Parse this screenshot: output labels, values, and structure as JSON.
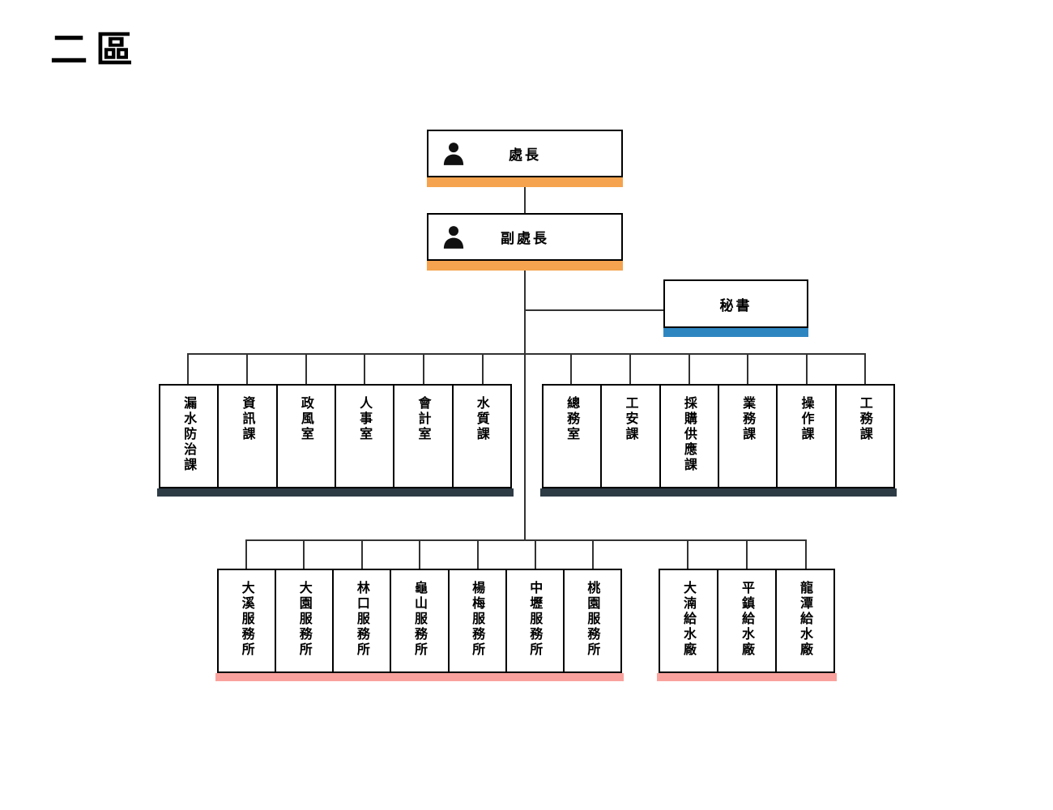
{
  "title": "二區",
  "colors": {
    "orange": "#F5A34E",
    "blue": "#2E86C1",
    "dark": "#2D3B45",
    "pink": "#F9A29D",
    "line": "#333333",
    "border": "#000000"
  },
  "nodes": {
    "director": {
      "label": "處長",
      "icon": "person-icon",
      "accent": "orange"
    },
    "deputy": {
      "label": "副處長",
      "icon": "person-icon",
      "accent": "orange"
    },
    "secretary": {
      "label": "秘書",
      "accent": "blue"
    }
  },
  "groups": {
    "staff": {
      "accent": "dark",
      "items": [
        "漏水防治課",
        "資訊課",
        "政風室",
        "人事室",
        "會計室",
        "水質課"
      ]
    },
    "business": {
      "accent": "dark",
      "items": [
        "總務室",
        "工安課",
        "採購供應課",
        "業務課",
        "操作課",
        "工務課"
      ]
    },
    "service_offices": {
      "accent": "pink",
      "items": [
        "大溪服務所",
        "大園服務所",
        "林口服務所",
        "龜山服務所",
        "楊梅服務所",
        "中壢服務所",
        "桃園服務所"
      ]
    },
    "water_plants": {
      "accent": "pink",
      "items": [
        "大湳給水廠",
        "平鎮給水廠",
        "龍潭給水廠"
      ]
    }
  }
}
